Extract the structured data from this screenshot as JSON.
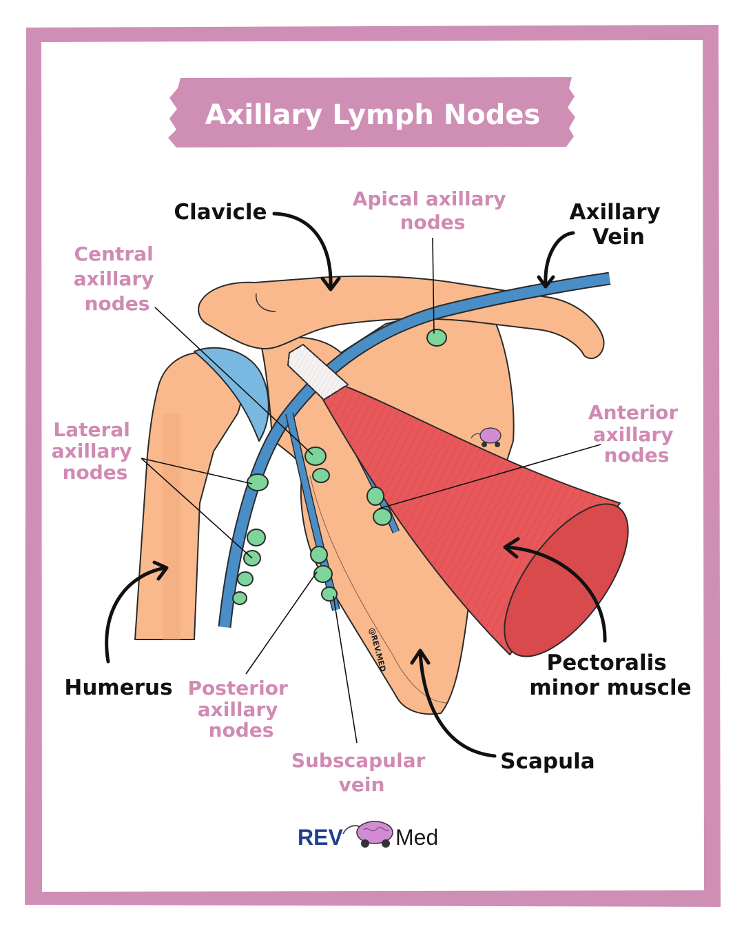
{
  "title": "Axillary Lymph Nodes",
  "colors": {
    "frame": "#cf8fb5",
    "label_pink": "#d08ab4",
    "bone": "#f9b98c",
    "vein": "#4a8ec7",
    "node": "#7dd59b",
    "muscle": "#e8585a",
    "cartilage": "#79b8e0",
    "brand_blue": "#1f3f8c"
  },
  "labels": {
    "clavicle": "Clavicle",
    "axillary_vein": [
      "Axillary",
      "Vein"
    ],
    "apical": [
      "Apical axillary",
      "nodes"
    ],
    "central": [
      "Central",
      "axillary",
      "nodes"
    ],
    "lateral": [
      "Lateral",
      "axillary",
      "nodes"
    ],
    "anterior": [
      "Anterior",
      "axillary",
      "nodes"
    ],
    "humerus": "Humerus",
    "posterior": [
      "Posterior",
      "axillary",
      "nodes"
    ],
    "subscapular": [
      "Subscapular",
      "vein"
    ],
    "scapula": "Scapula",
    "pectoralis": [
      "Pectoralis",
      "minor muscle"
    ]
  },
  "watermark": "@REV.MED",
  "brand": {
    "rev": "REV",
    "med": "Med"
  }
}
